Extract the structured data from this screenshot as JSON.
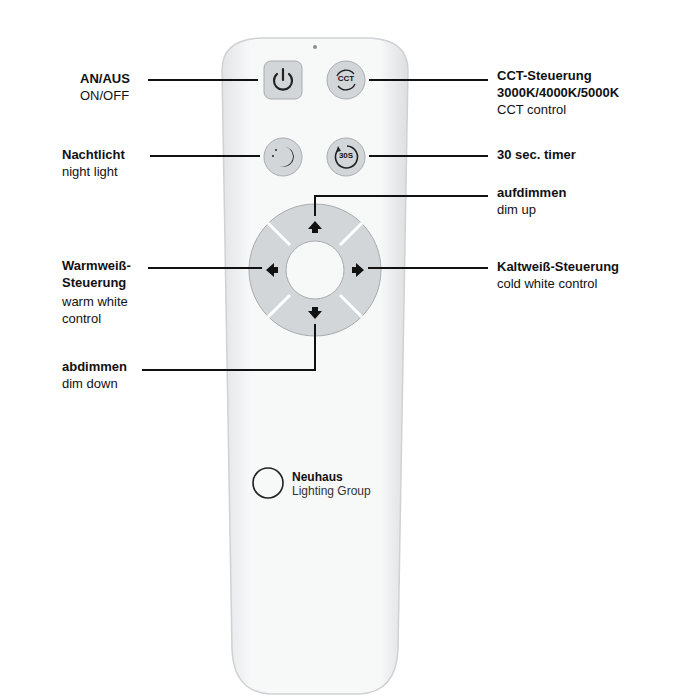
{
  "diagram": {
    "nodes": [
      {
        "text": [
          "Neuhaus",
          "Lighting Group"
        ]
      },
      {
        "text": [
          "CCT"
        ],
        "in": 0
      },
      {
        "text": [
          "30S"
        ],
        "in": 0
      }
    ],
    "labels": [
      "AN/AUS",
      "ON/OFF",
      "Nachtlicht",
      "night light",
      "Warmweiß-Steuerung",
      "warm white control",
      "abdimmen",
      "dim down",
      "CCT-Steuerung 3000K/4000K/5000K",
      "CCT control",
      "30 sec. timer",
      "aufdimmen",
      "dim up",
      "Kaltweiß-Steuerung",
      "cold white control"
    ]
  }
}
